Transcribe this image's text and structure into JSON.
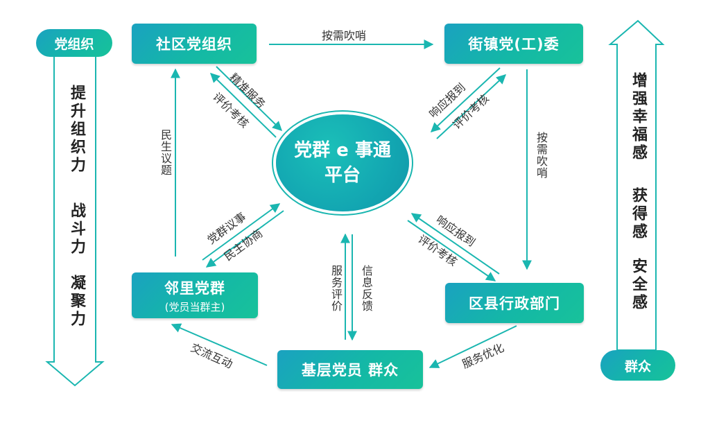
{
  "center": {
    "line1": "党群 e 事通",
    "line2": "平台"
  },
  "nodes": {
    "community": "社区党组织",
    "street": "街镇党(工)委",
    "neighbor_main": "邻里党群",
    "neighbor_sub": "(党员当群主)",
    "district": "区县行政部门",
    "grassroots": "基层党员 群众"
  },
  "sidebars": {
    "left_pill": "党组织",
    "left_text_1": "提升组织力",
    "left_text_2": "战斗力",
    "left_text_3": "凝聚力",
    "right_pill": "群众",
    "right_text_1": "增强幸福感",
    "right_text_2": "获得感",
    "right_text_3": "安全感"
  },
  "labels": {
    "top_arrow": "按需吹哨",
    "right_vertical": "按需吹哨",
    "left_vertical": "民生议题",
    "tl_1": "精准服务",
    "tl_2": "评价考核",
    "tr_1": "响应报到",
    "tr_2": "评价考核",
    "bl_1": "党群议事",
    "bl_2": "民主协商",
    "br_1": "响应报到",
    "br_2": "评价考核",
    "bottom_1": "服务评价",
    "bottom_2": "信息反馈",
    "exchange": "交流互动",
    "optimize": "服务优化"
  },
  "colors": {
    "accent": "#14b8a6",
    "accent_dark": "#1aa2c0",
    "arrow": "#1ab6b0"
  }
}
